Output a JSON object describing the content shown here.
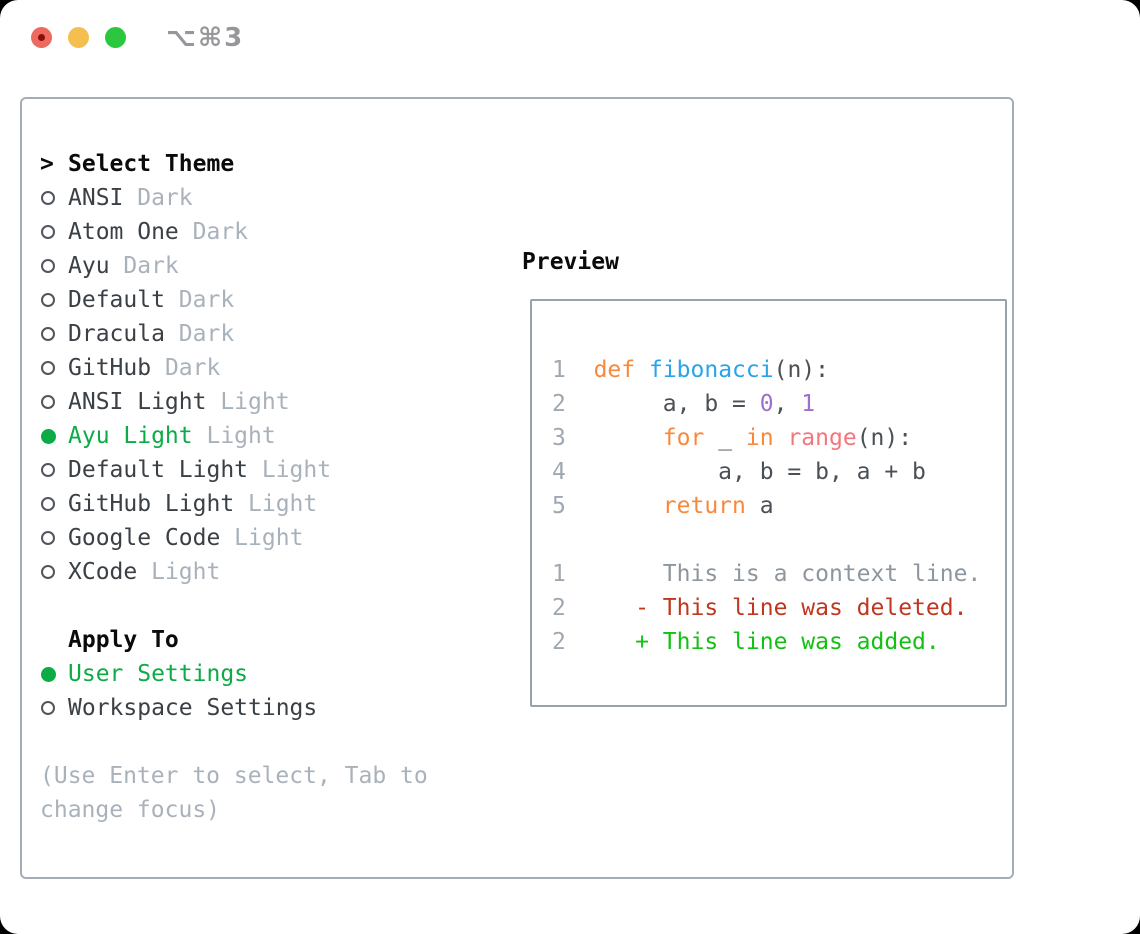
{
  "titlebar": {
    "shortcut": "⌥⌘3",
    "traffic_lights": [
      "close-red",
      "minimize-yellow",
      "zoom-green"
    ]
  },
  "colors": {
    "accent": "#0CAB45",
    "traffic-red": "#EC6A5E",
    "traffic-red-dot": "#8E0D08",
    "traffic-yellow": "#F5BF4F",
    "traffic-green": "#2BC73F",
    "panel-border": "#A5ADB8",
    "box-border": "#99A2AC",
    "text-dark": "#3A4045",
    "muted": "#A9B2BB",
    "black": "#0B0B0B",
    "shortcut": "#97979B",
    "ln": "#9FA8B2",
    "kw": "#F8893C",
    "fn": "#29A4EA",
    "numv": "#9D6FD1",
    "call": "#F4757B",
    "plain": "#4A5056",
    "ctx": "#8D969E",
    "del": "#C0371F",
    "add": "#13C113"
  },
  "theme_picker": {
    "title": "Select Theme",
    "prompt": ">",
    "items": [
      {
        "name": "ANSI",
        "variant": "Dark",
        "selected": false
      },
      {
        "name": "Atom One",
        "variant": "Dark",
        "selected": false
      },
      {
        "name": "Ayu",
        "variant": "Dark",
        "selected": false
      },
      {
        "name": "Default",
        "variant": "Dark",
        "selected": false
      },
      {
        "name": "Dracula",
        "variant": "Dark",
        "selected": false
      },
      {
        "name": "GitHub",
        "variant": "Dark",
        "selected": false
      },
      {
        "name": "ANSI Light",
        "variant": "Light",
        "selected": false
      },
      {
        "name": "Ayu Light",
        "variant": "Light",
        "selected": true
      },
      {
        "name": "Default Light",
        "variant": "Light",
        "selected": false
      },
      {
        "name": "GitHub Light",
        "variant": "Light",
        "selected": false
      },
      {
        "name": "Google Code",
        "variant": "Light",
        "selected": false
      },
      {
        "name": "XCode",
        "variant": "Light",
        "selected": false
      }
    ]
  },
  "apply_to": {
    "title": "Apply To",
    "items": [
      {
        "name": "User Settings",
        "selected": true
      },
      {
        "name": "Workspace Settings",
        "selected": false
      }
    ]
  },
  "hint": "(Use Enter to select, Tab to change focus)",
  "preview": {
    "title": "Preview",
    "lines": [
      [
        {
          "c": "ln",
          "t": "1"
        },
        {
          "c": "plain",
          "t": " "
        },
        {
          "c": "kw",
          "t": "def"
        },
        {
          "c": "plain",
          "t": " "
        },
        {
          "c": "fn",
          "t": "fibonacci"
        },
        {
          "c": "plain",
          "t": "(n):"
        }
      ],
      [
        {
          "c": "ln",
          "t": "2"
        },
        {
          "c": "plain",
          "t": "      a, b = "
        },
        {
          "c": "num",
          "t": "0"
        },
        {
          "c": "plain",
          "t": ", "
        },
        {
          "c": "num",
          "t": "1"
        }
      ],
      [
        {
          "c": "ln",
          "t": "3"
        },
        {
          "c": "plain",
          "t": "      "
        },
        {
          "c": "kw",
          "t": "for"
        },
        {
          "c": "plain",
          "t": " _ "
        },
        {
          "c": "kw",
          "t": "in"
        },
        {
          "c": "plain",
          "t": " "
        },
        {
          "c": "call",
          "t": "range"
        },
        {
          "c": "plain",
          "t": "(n):"
        }
      ],
      [
        {
          "c": "ln",
          "t": "4"
        },
        {
          "c": "plain",
          "t": "          a, b = b, a + b"
        }
      ],
      [
        {
          "c": "ln",
          "t": "5"
        },
        {
          "c": "plain",
          "t": "      "
        },
        {
          "c": "kw",
          "t": "return"
        },
        {
          "c": "plain",
          "t": " a"
        }
      ],
      [],
      [
        {
          "c": "ln",
          "t": "1"
        },
        {
          "c": "ctx",
          "t": "      This is a context line."
        }
      ],
      [
        {
          "c": "ln",
          "t": "2"
        },
        {
          "c": "del",
          "t": "    - This line was deleted."
        }
      ],
      [
        {
          "c": "ln",
          "t": "2"
        },
        {
          "c": "add",
          "t": "    + This line was added."
        }
      ]
    ]
  }
}
